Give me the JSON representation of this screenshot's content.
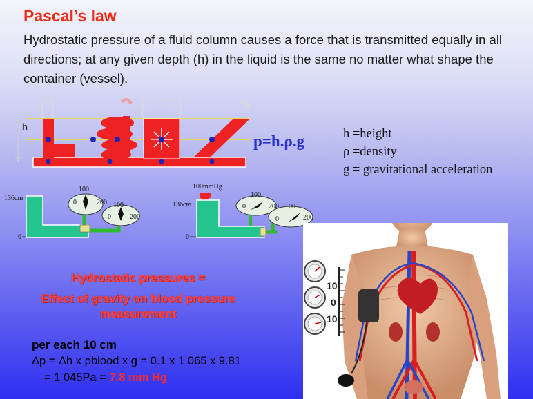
{
  "title": "Pascal’s law",
  "intro": "Hydrostatic pressure of a fluid column causes a force that is transmitted equally in all directions; at any given depth (h) in the liquid is the same no matter what shape the container (vessel).",
  "vessels": {
    "h_label": "h"
  },
  "formula": "p=h.ρ.g",
  "legend": {
    "h": "h =height",
    "rho": "ρ =density",
    "g": "g = gravitational acceleration"
  },
  "manometer": {
    "left_height": "136cm",
    "zero": "0",
    "g1": {
      "top": "100",
      "left": "0",
      "right": "200"
    },
    "g2": {
      "top": "100",
      "left": "0",
      "right": "200"
    },
    "right_height": "136cm",
    "pressure": "100mmHg",
    "g3": {
      "top": "100",
      "left": "0",
      "right": "200"
    },
    "g4": {
      "top": "100",
      "left": "0",
      "right": "200"
    }
  },
  "hydrostatic": {
    "line1": "Hydrostatic pressures =",
    "line2": "Effect of gravity on blood pressure measurement"
  },
  "calc": {
    "heading": "per each 10 cm",
    "line1": "Δp = Δh x ρblood x g = 0.1 x 1 065 x 9.81",
    "line2": "= 1 045Pa = ",
    "result": "7.8 mm Hg"
  },
  "figure": {
    "scale_top": "10",
    "scale_mid": "0",
    "scale_bottom": "10"
  },
  "colors": {
    "title": "#ee2d19",
    "vessel_fluid": "#ee2222",
    "manometer_fluid": "#26c48e",
    "tube": "#2fbd2f",
    "formula": "#2b2fd0",
    "highlight": "#ff2a2a"
  }
}
